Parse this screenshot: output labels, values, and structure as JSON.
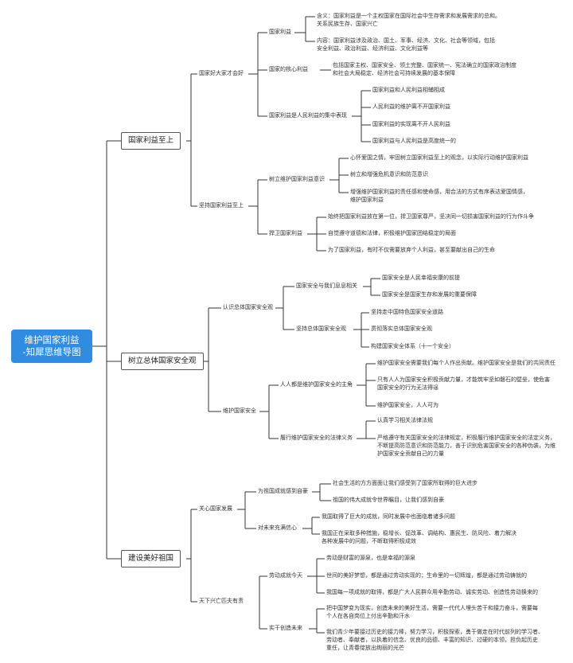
{
  "root": {
    "line1": "维护国家利益",
    "line2": "-知犀思维导图"
  },
  "b1": {
    "label": "国家利益至上",
    "c1": {
      "label": "国家好大家才会好",
      "d1": {
        "label": "国家利益",
        "e1a": "含义：国家利益是一个主权国家在国际社会中生存需求和发展需求的总和。",
        "e1b": "关系民族生存、国家兴亡",
        "e2a": "内容：国家利益涉及政治、国土、军事、经济、文化、社会等领域，包括",
        "e2b": "安全利益、政治利益、经济利益、文化利益等"
      },
      "d2": {
        "label": "国家的核心利益",
        "e1a": "包括国家主权、国家安全、领土完整、国家统一、宪法确立的国家政治制度",
        "e1b": "和社会大局稳定、经济社会可持续发展的基本保障"
      },
      "d3": {
        "label": "国家利益是人民利益的集中表现",
        "items": [
          "国家利益和人民利益相辅相成",
          "人民利益的维护离不开国家利益",
          "国家利益的实现离不开人民利益",
          "国家利益与人民利益是高度统一的"
        ]
      }
    },
    "c2": {
      "label": "坚持国家利益至上",
      "d1": {
        "label": "树立维护国家利益意识",
        "e1": "心怀爱国之情，牢固树立国家利益至上的观念，以实际行动维护国家利益",
        "e2": "树立和增强危机意识和防范意识",
        "e3a": "增强维护国家利益的责任感和使命感，用合法的方式有序表达爱国情感，",
        "e3b": "维护国家利益"
      },
      "d2": {
        "label": "捍卫国家利益",
        "e1": "始终把国家利益放在第一位，捍卫国家尊严，坚决同一切损害国家利益的行为作斗争",
        "e2": "自觉遵守道德和法律，积极维护国家团结稳定的局面",
        "e3": "为了国家利益，有时不仅需要放弃个人利益，甚至要献出自己的生命"
      }
    }
  },
  "b2": {
    "label": "树立总体国家安全观",
    "c1": {
      "label": "认识总体国家安全观",
      "d1": {
        "label": "国家安全与我们息息相关",
        "items": [
          "国家安全是人民幸福安康的前提",
          "国家安全是国家生存和发展的重要保障"
        ]
      },
      "d2": {
        "label": "坚持总体国家安全观",
        "items": [
          "坚持走中国特色国家安全道路",
          "贯彻落实总体国家安全观",
          "构建国家安全体系（十一个安全）"
        ]
      }
    },
    "c2": {
      "label": "维护国家安全",
      "d1": {
        "label": "人人都是维护国家安全的主角",
        "e1": "维护国家安全需要我们每个人作出贡献。维护国家安全是我们的共同责任",
        "e2a": "只有人人为国家安全积极贡献力量，才能筑牢坚如磐石的壁垒，使危害",
        "e2b": "国家安全的行为无法得逞",
        "e3": "维护国家安全，人人可为"
      },
      "d2": {
        "label": "履行维护国家安全的法律义务",
        "e1": "认真学习相关法律法规",
        "e2a": "严格遵守有关国家安全的法律规定，积极履行维护国家安全的法定义务，",
        "e2b": "不断提高防范意识和防范能力，善于识别危害国家安全的各种伪装，为维",
        "e2c": "护国家安全贡献自己的力量"
      }
    }
  },
  "b3": {
    "label": "建设美好祖国",
    "c1": {
      "label": "关心国家发展",
      "d1": {
        "label": "为祖国成就感到自豪",
        "items": [
          "社会生活的方方面面让我们感受到了国家所取得的巨大进步",
          "祖国的伟大成就令世界瞩目，让我们感到自豪"
        ]
      },
      "d2": {
        "label": "对未来充满信心",
        "e1": "我国取得了巨大的成就，同时发展中也面临着诸多问题",
        "e2a": "我国正在采取多种措施，稳增长、促改革、调结构、惠民生、防风险、着力解决",
        "e2b": "各种发展中的问题，不断取得积极成效"
      }
    },
    "c2": {
      "label": "天下兴亡匹夫有责",
      "d1": {
        "label": "劳动成就今天",
        "items": [
          "劳动是财富的源泉，也是幸福的源泉",
          "世间的美好梦想，都是通过劳动实现的；生命里的一切辉煌，都是通过劳动铸就的",
          "我国每一项成就的取得，都是广大人民群众用辛勤劳动、诚实劳动、创造性劳动换来的"
        ]
      },
      "d2": {
        "label": "实干创造未来",
        "e1a": "把中国梦变为现实，创造未来的美好生活，需要一代代人埋头苦干和接力奋斗，需要每",
        "e1b": "个人在各自岗位上付出辛勤和汗水",
        "e2a": "我们青少年要接过历史的接力棒，努力学习，积极探索，勇于做走在时代前列的学习者、",
        "e2b": "劳动者、奉献者，以执着的信念、优良的品德、丰富的知识、过硬的本领，担负起历史",
        "e2c": "重任，让青春绽放出绚丽的光芒"
      }
    }
  }
}
